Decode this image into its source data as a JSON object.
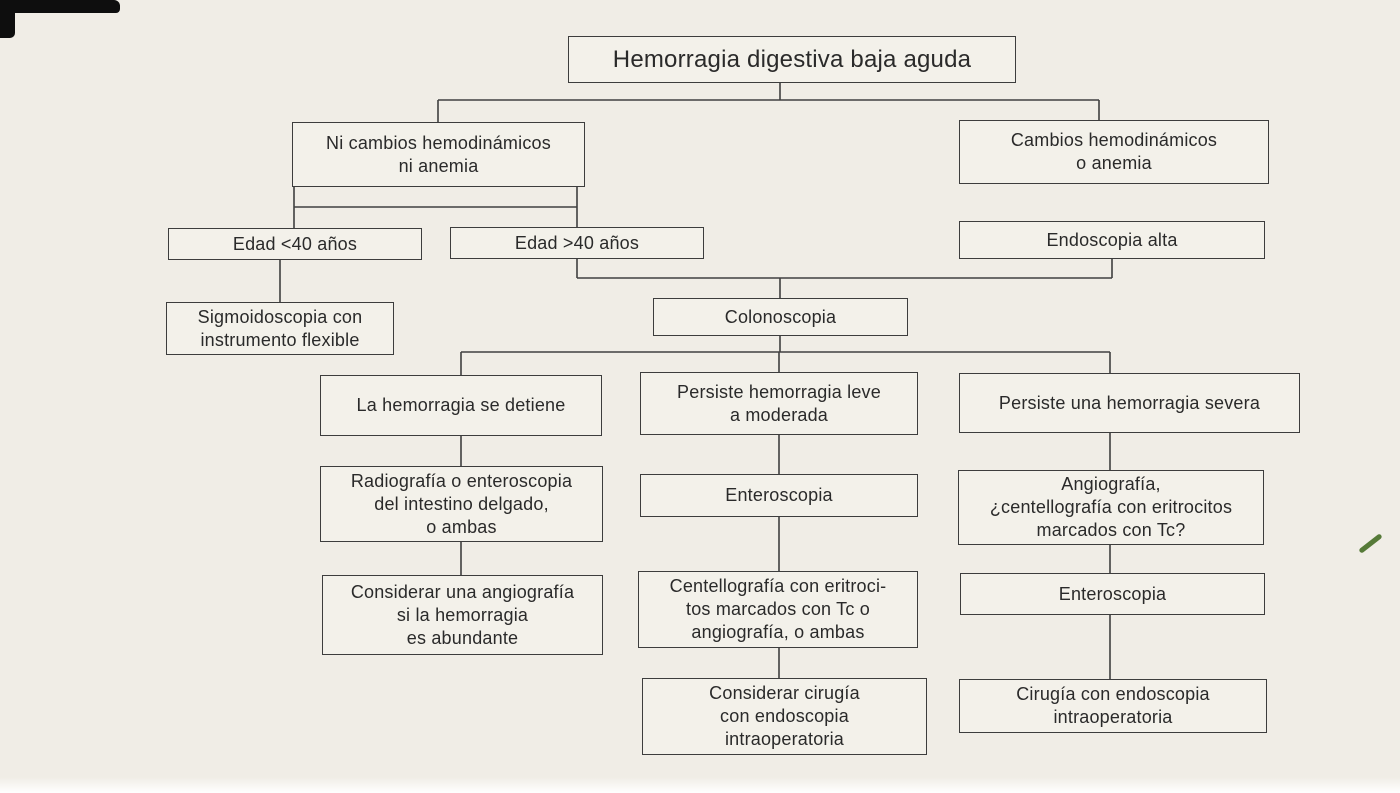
{
  "page": {
    "background_color": "#f0ede6",
    "box_border_color": "#3d3d3d",
    "connector_color": "#404040",
    "scan_mark_color": "#0e0e0e",
    "pen_mark_color": "#567a38"
  },
  "flowchart": {
    "nodes": {
      "title": {
        "text": "Hemorragia digestiva baja aguda"
      },
      "sin_cambios": {
        "text": "Ni cambios hemodinámicos\nni anemia"
      },
      "con_cambios": {
        "text": "Cambios hemodinámicos\no anemia"
      },
      "edad_menor_40": {
        "text": "Edad <40 años"
      },
      "edad_mayor_40": {
        "text": "Edad >40 años"
      },
      "endoscopia_alta": {
        "text": "Endoscopia alta"
      },
      "sigmoidoscopia": {
        "text": "Sigmoidoscopia con\ninstrumento flexible"
      },
      "colonoscopia": {
        "text": "Colonoscopia"
      },
      "hemorragia_detiene": {
        "text": "La hemorragia se detiene"
      },
      "persiste_leve": {
        "text": "Persiste hemorragia leve\na moderada"
      },
      "persiste_severa": {
        "text": "Persiste una hemorragia severa"
      },
      "radiografia_enteroscopia": {
        "text": "Radiografía o enteroscopia\ndel intestino delgado,\no ambas"
      },
      "enteroscopia_media": {
        "text": "Enteroscopia"
      },
      "angiografia_centellografia": {
        "text": "Angiografía,\n¿centellografía con eritrocitos\nmarcados con Tc?"
      },
      "considerar_angiografia": {
        "text": "Considerar una angiografía\nsi la hemorragia\nes abundante"
      },
      "centellografia": {
        "text": "Centellografía con eritroci-\ntos marcados con Tc o\nangiografía, o ambas"
      },
      "enteroscopia_derecha": {
        "text": "Enteroscopia"
      },
      "considerar_cirugia": {
        "text": "Considerar cirugía\ncon endoscopia\nintraoperatoria"
      },
      "cirugia_endoscopia": {
        "text": "Cirugía con endoscopia\nintraoperatoria"
      }
    },
    "edges": [
      {
        "from": "title",
        "to": "sin_cambios"
      },
      {
        "from": "title",
        "to": "con_cambios"
      },
      {
        "from": "sin_cambios",
        "to": "edad_menor_40"
      },
      {
        "from": "sin_cambios",
        "to": "edad_mayor_40"
      },
      {
        "from": "con_cambios",
        "to": "endoscopia_alta"
      },
      {
        "from": "edad_menor_40",
        "to": "sigmoidoscopia"
      },
      {
        "from": "edad_mayor_40",
        "to": "colonoscopia"
      },
      {
        "from": "endoscopia_alta",
        "to": "colonoscopia"
      },
      {
        "from": "colonoscopia",
        "to": "hemorragia_detiene"
      },
      {
        "from": "colonoscopia",
        "to": "persiste_leve"
      },
      {
        "from": "colonoscopia",
        "to": "persiste_severa"
      },
      {
        "from": "hemorragia_detiene",
        "to": "radiografia_enteroscopia"
      },
      {
        "from": "radiografia_enteroscopia",
        "to": "considerar_angiografia"
      },
      {
        "from": "persiste_leve",
        "to": "enteroscopia_media"
      },
      {
        "from": "enteroscopia_media",
        "to": "centellografia"
      },
      {
        "from": "centellografia",
        "to": "considerar_cirugia"
      },
      {
        "from": "persiste_severa",
        "to": "angiografia_centellografia"
      },
      {
        "from": "angiografia_centellografia",
        "to": "enteroscopia_derecha"
      },
      {
        "from": "enteroscopia_derecha",
        "to": "cirugia_endoscopia"
      }
    ]
  }
}
